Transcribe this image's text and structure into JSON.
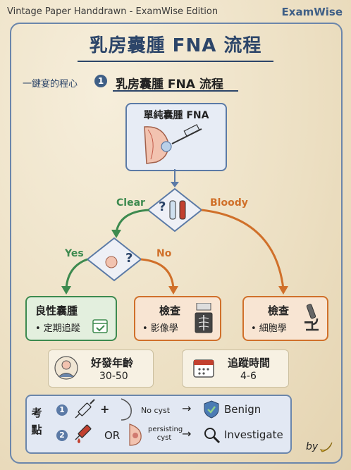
{
  "header": {
    "left": "Vintage Paper Handdrawn - ExamWise Edition",
    "brand": "ExamWise"
  },
  "title": "乳房囊腫 FNA 流程",
  "subtitle": {
    "prefix": "一鍵宴的程心",
    "number": "1",
    "text": "乳房囊腫 FNA 流程"
  },
  "flow": {
    "top": "單純囊腫 FNA",
    "branch_clear": "Clear",
    "branch_bloody": "Bloody",
    "branch_yes": "Yes",
    "branch_no": "No",
    "question1": "?",
    "question2": "?",
    "outcomes": [
      {
        "title": "良性囊腫",
        "sub": "• 定期追蹤"
      },
      {
        "title": "檢查",
        "sub": "• 影像學"
      },
      {
        "title": "檢查",
        "sub": "• 細胞學"
      }
    ]
  },
  "info": [
    {
      "label": "好發年齡",
      "value": "30-50"
    },
    {
      "label": "追蹤時間",
      "value": "4-6"
    }
  ],
  "key_points": {
    "label_top": "考",
    "label_bottom": "點",
    "rows": [
      {
        "num": "1",
        "op": "+",
        "note": "No cyst",
        "result": "Benign"
      },
      {
        "num": "2",
        "op": "OR",
        "note": "persisting cyst",
        "result": "Investigate"
      }
    ]
  },
  "footer": {
    "by": "by"
  },
  "colors": {
    "navy": "#2c4569",
    "green": "#3d8a4f",
    "orange": "#d0702a",
    "blue": "#5b7aa6"
  }
}
